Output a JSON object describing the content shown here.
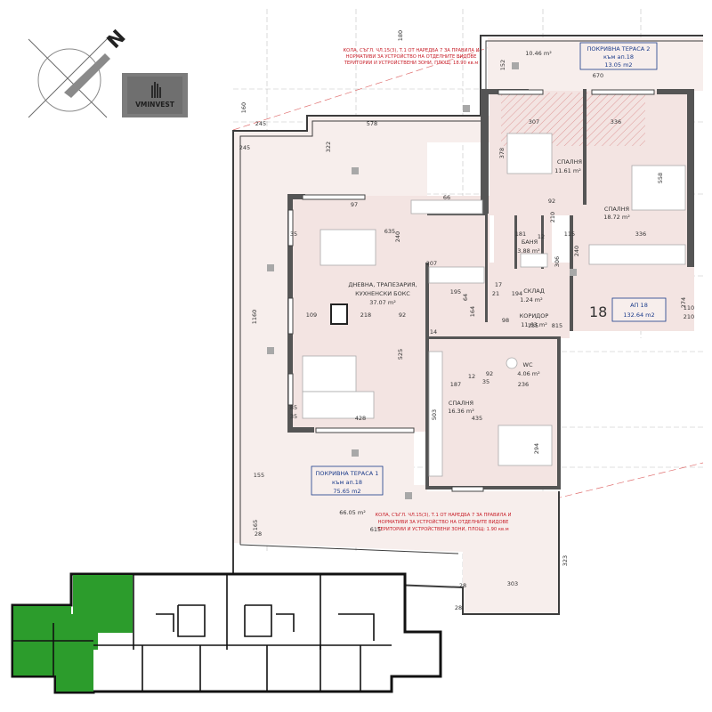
{
  "logo": {
    "brand": "VMINVEST"
  },
  "compass": {
    "north_label": "N"
  },
  "apartment": {
    "id": "АП 18",
    "area": "132.64 m2",
    "number": "18"
  },
  "terraces": [
    {
      "title": "ПОКРИВНА ТЕРАСА 2",
      "ref": "към ап.18",
      "area": "13.05 m2",
      "side_area": "10.46 m²"
    },
    {
      "title": "ПОКРИВНА ТЕРАСА 1",
      "ref": "към ап.18",
      "area": "75.65 m2",
      "side_area": "66.05 m²"
    }
  ],
  "rooms": [
    {
      "name": "ДНЕВНА, ТРАПЕЗАРИЯ,",
      "name2": "КУХНЕНСКИ БОКС",
      "area": "37.07 m²"
    },
    {
      "name": "СПАЛНЯ",
      "area": "11.61 m²"
    },
    {
      "name": "СПАЛНЯ",
      "area": "18.72 m²"
    },
    {
      "name": "БАНЯ",
      "area": "3.88 m²"
    },
    {
      "name": "СКЛАД",
      "area": "1.24 m²"
    },
    {
      "name": "КОРИДОР",
      "area": "11.63 m²"
    },
    {
      "name": "WC",
      "area": "4.06 m²"
    },
    {
      "name": "СПАЛНЯ",
      "area": "16.36 m²"
    }
  ],
  "notes": [
    {
      "lines": [
        "КОЛА, СЪГЛ. ЧЛ.15(3), Т.1 ОТ НАРЕДБА 7 ЗА ПРАВИЛА И",
        "НОРМАТИВИ ЗА УСТРОЙСТВО НА ОТДЕЛНИТЕ ВИДОВЕ",
        "ТЕРИТОРИИ И УСТРОЙСТВЕНИ ЗОНИ, ПЛОЩ: 18.90 кв.м"
      ]
    },
    {
      "lines": [
        "КОЛА, СЪГЛ. ЧЛ.15(3), Т.1 ОТ НАРЕДБА 7 ЗА ПРАВИЛА И",
        "НОРМАТИВИ ЗА УСТРОЙСТВО НА ОТДЕЛНИТЕ ВИДОВЕ",
        "ТЕРИТОРИИ И УСТРОЙСТВЕНИ ЗОНИ, ПЛОЩ: 1.90 кв.м"
      ]
    }
  ],
  "dimensions": [
    "245",
    "578",
    "322",
    "160",
    "245",
    "1160",
    "635",
    "240",
    "109",
    "218",
    "92",
    "525",
    "428",
    "155",
    "615",
    "35",
    "35",
    "85",
    "66",
    "207",
    "195",
    "64",
    "164",
    "181",
    "115",
    "336",
    "92",
    "12",
    "210",
    "306",
    "240",
    "558",
    "378",
    "307",
    "336",
    "670",
    "152",
    "180",
    "98",
    "135",
    "815",
    "92",
    "187",
    "236",
    "503",
    "435",
    "294",
    "323",
    "303",
    "165",
    "28",
    "28",
    "28",
    "110",
    "210",
    "274",
    "97",
    "12",
    "194",
    "14",
    "21",
    "35",
    "17",
    "210"
  ],
  "colors": {
    "room_fill": "#f3e4e2",
    "terrace_fill": "#f7eeec",
    "wall": "#4a4a4a",
    "highlight_green": "#2c9c2c",
    "text_blue": "#1a3a8a",
    "text_red": "#c8202a",
    "logo_bg": "#7c7c7c"
  }
}
